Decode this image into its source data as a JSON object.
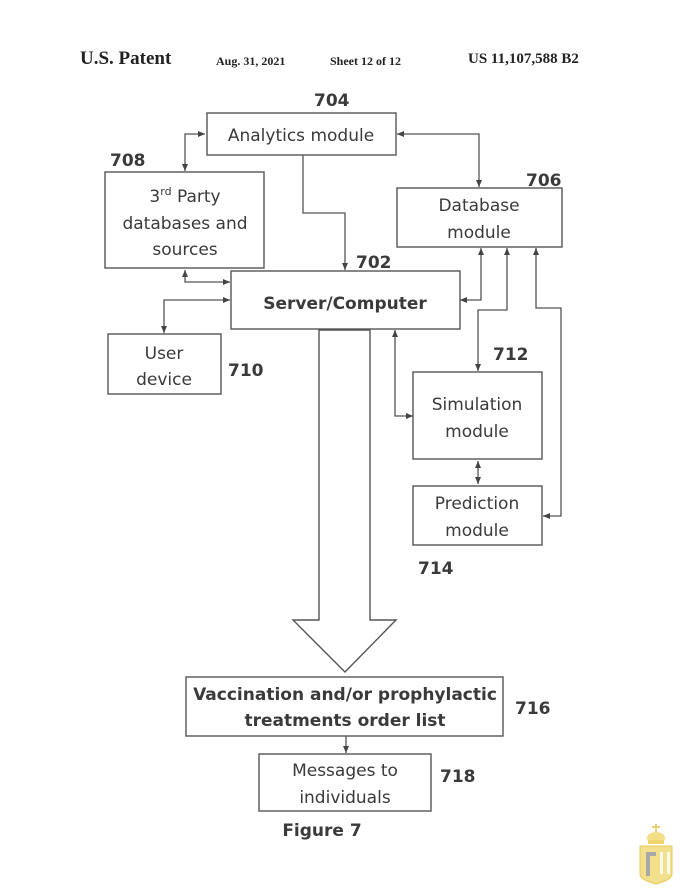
{
  "header": {
    "title": "U.S. Patent",
    "date": "Aug. 31, 2021",
    "sheet": "Sheet 12 of 12",
    "patent_number": "US 11,107,588 B2"
  },
  "diagram": {
    "nodes": {
      "server": {
        "ref": "702",
        "label": "Server/Computer"
      },
      "analytics": {
        "ref": "704",
        "label": "Analytics module"
      },
      "database": {
        "ref": "706",
        "lines": [
          "Database",
          "module"
        ]
      },
      "third_party": {
        "ref": "708",
        "line1_prefix": "3",
        "line1_sup": "rd",
        "line1_suffix": " Party",
        "lines": [
          "databases and",
          "sources"
        ]
      },
      "user_device": {
        "ref": "710",
        "lines": [
          "User",
          "device"
        ]
      },
      "simulation": {
        "ref": "712",
        "lines": [
          "Simulation",
          "module"
        ]
      },
      "prediction": {
        "ref": "714",
        "lines": [
          "Prediction",
          "module"
        ]
      },
      "order_list": {
        "ref": "716",
        "lines": [
          "Vaccination and/or prophylactic",
          "treatments order list"
        ]
      },
      "messages": {
        "ref": "718",
        "lines": [
          "Messages to",
          "individuals"
        ]
      }
    },
    "edges": [
      {
        "from": "analytics",
        "to": "third_party",
        "direction": "bidirectional"
      },
      {
        "from": "analytics",
        "to": "database",
        "direction": "bidirectional"
      },
      {
        "from": "analytics",
        "to": "server",
        "direction": "forward"
      },
      {
        "from": "third_party",
        "to": "server",
        "direction": "bidirectional"
      },
      {
        "from": "server",
        "to": "user_device",
        "direction": "bidirectional"
      },
      {
        "from": "server",
        "to": "database",
        "direction": "bidirectional"
      },
      {
        "from": "database",
        "to": "simulation",
        "direction": "bidirectional"
      },
      {
        "from": "database",
        "to": "prediction",
        "direction": "bidirectional"
      },
      {
        "from": "server",
        "to": "simulation",
        "direction": "bidirectional"
      },
      {
        "from": "simulation",
        "to": "prediction",
        "direction": "bidirectional"
      },
      {
        "from": "server",
        "to": "order_list",
        "direction": "forward"
      },
      {
        "from": "order_list",
        "to": "messages",
        "direction": "forward"
      }
    ],
    "caption": "Figure 7"
  }
}
